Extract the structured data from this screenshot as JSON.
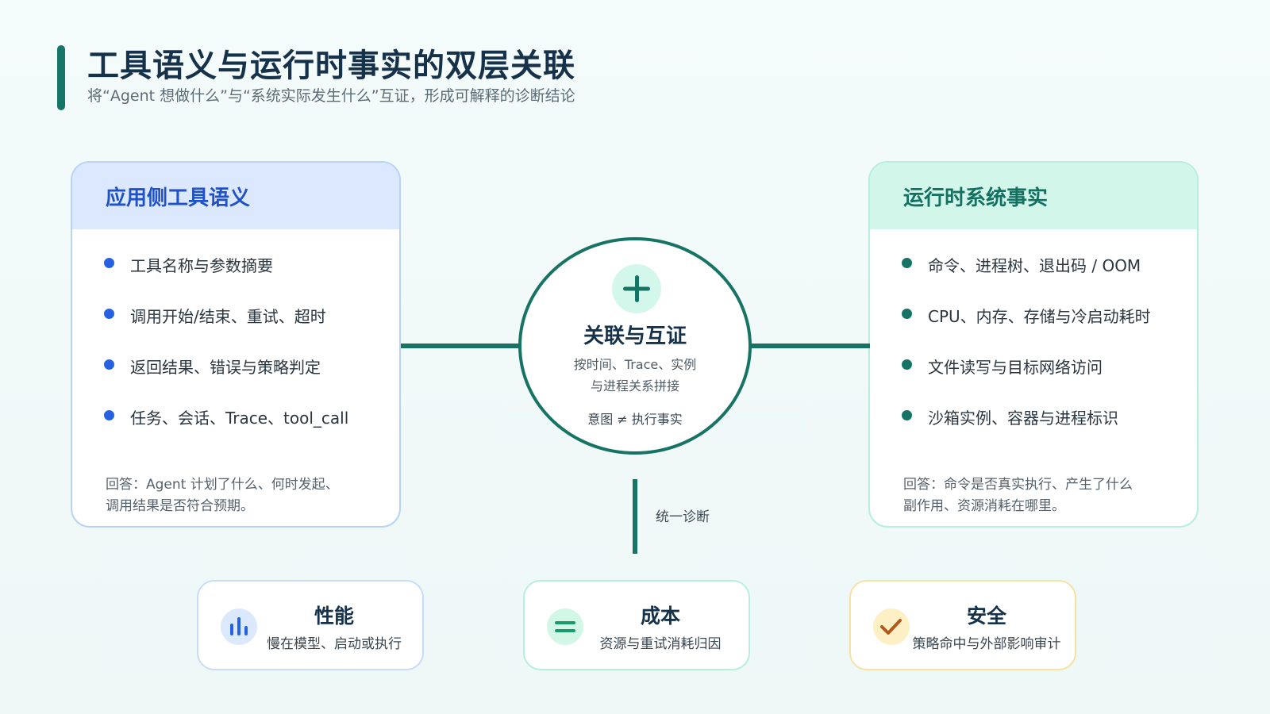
{
  "header": {
    "title": "工具语义与运行时事实的双层关联",
    "subtitle": "将“Agent 想做什么”与“系统实际发生什么”互证，形成可解释的诊断结论"
  },
  "left_card": {
    "title": "应用侧工具语义",
    "items": [
      "工具名称与参数摘要",
      "调用开始/结束、重试、超时",
      "返回结果、错误与策略判定",
      "任务、会话、Trace、tool_call"
    ],
    "answer_line1": "回答：Agent 计划了什么、何时发起、",
    "answer_line2": "调用结果是否符合预期。"
  },
  "right_card": {
    "title": "运行时系统事实",
    "items": [
      "命令、进程树、退出码 / OOM",
      "CPU、内存、存储与冷启动耗时",
      "文件读写与目标网络访问",
      "沙箱实例、容器与进程标识"
    ],
    "answer_line1": "回答：命令是否真实执行、产生了什么",
    "answer_line2": "副作用、资源消耗在哪里。"
  },
  "hub": {
    "icon": "plus-icon",
    "title": "关联与互证",
    "desc_line1": "按时间、Trace、实例",
    "desc_line2": "与进程关系拼接",
    "note": "意图 ≠ 执行事实"
  },
  "connector_label": "统一诊断",
  "metrics": [
    {
      "icon": "bar-chart-icon",
      "title": "性能",
      "desc": "慢在模型、启动或执行"
    },
    {
      "icon": "equals-icon",
      "title": "成本",
      "desc": "资源与重试消耗归因"
    },
    {
      "icon": "check-icon",
      "title": "安全",
      "desc": "策略命中与外部影响审计"
    }
  ],
  "colors": {
    "primary_teal": "#177465",
    "blue": "#2563e0",
    "title_dark": "#16324a",
    "amber": "#b5581c"
  }
}
